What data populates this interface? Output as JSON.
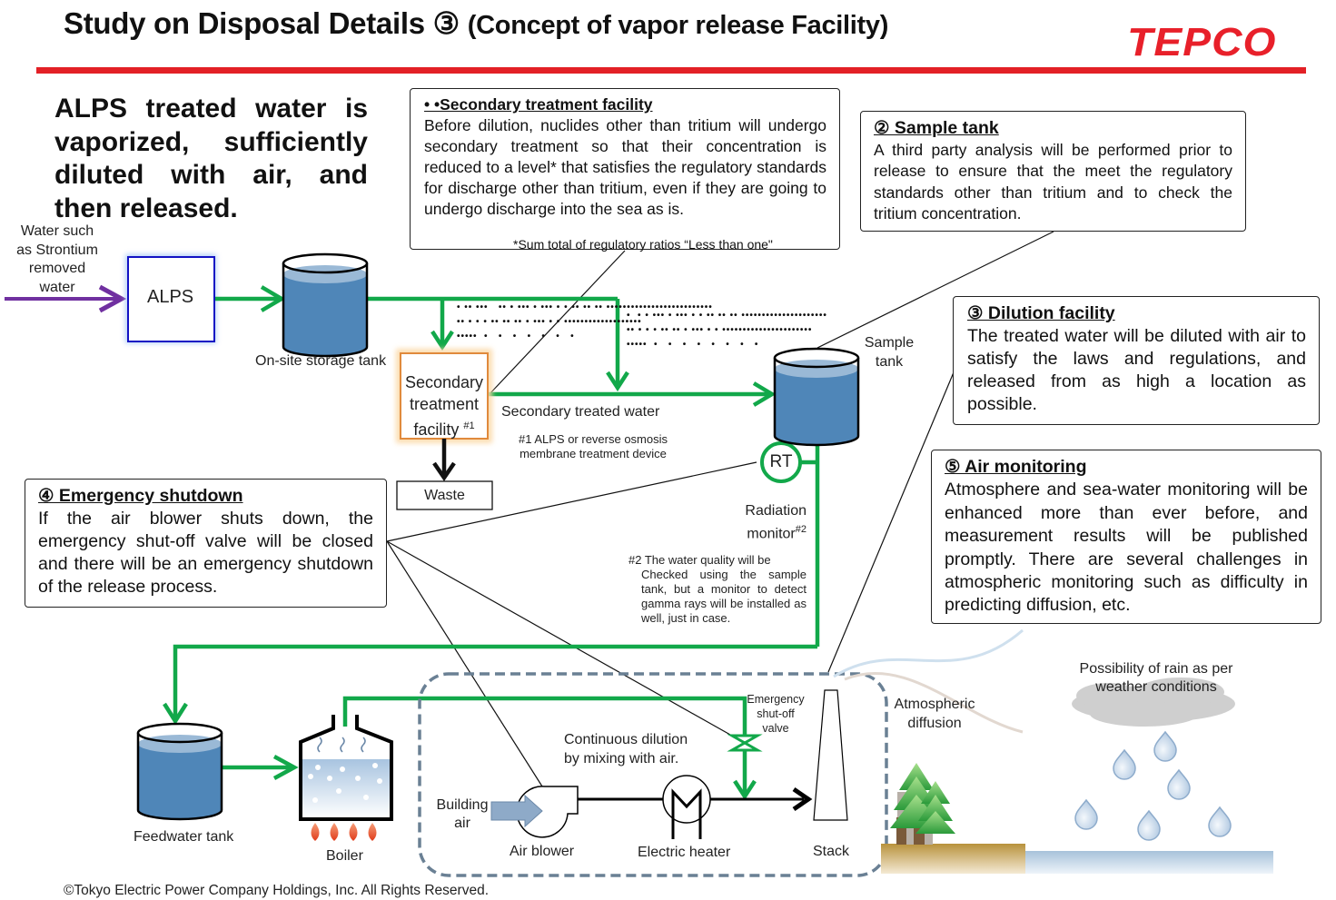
{
  "header": {
    "title": "Study on Disposal Details ③",
    "title_sub": "(Concept of vapor release Facility)",
    "logo": "TEPCO",
    "brand_color": "#e32026"
  },
  "headline": "ALPS treated water is vaporized, sufficiently diluted with air, and then released.",
  "boxes": {
    "secondary_treatment": {
      "heading": "•   •Secondary treatment  facility",
      "body": "Before dilution, nuclides other than tritium will undergo secondary treatment so that their concentration is reduced to a level* that satisfies the regulatory standards for discharge other than tritium, even if they are going to undergo discharge into the sea as is.",
      "note": "*Sum total of regulatory ratios “Less than one\""
    },
    "sample_tank": {
      "heading": "② Sample tank",
      "body": "A third party analysis will be performed prior to release to ensure that the meet the regulatory standards other than tritium and to check the tritium concentration."
    },
    "dilution_facility": {
      "heading": "③ Dilution facility",
      "body": "The treated water will be diluted with air to satisfy the laws and regulations, and released from as high a location as possible."
    },
    "air_monitoring": {
      "heading": "⑤ Air monitoring",
      "body": "Atmosphere and sea-water monitoring will be enhanced more than ever before, and measurement results will be published promptly. There are several challenges in atmospheric monitoring such as difficulty in predicting diffusion, etc."
    },
    "emergency_shutdown": {
      "heading": "④ Emergency shutdown",
      "body": "If the air blower shuts down, the emergency shut-off valve will be closed and there will be an emergency shutdown of the release process."
    }
  },
  "diagram": {
    "inflow_label": [
      "Water such",
      "as Strontium",
      "removed",
      "water"
    ],
    "alps_label": "ALPS",
    "storage_tank_label": "On-site storage tank",
    "secondary_facility_label": [
      "Secondary",
      "treatment",
      "facility"
    ],
    "secondary_facility_sup": "#1",
    "waste_label": "Waste",
    "secondary_water_label": "Secondary treated water",
    "footnote1": [
      "#1 ALPS or reverse osmosis",
      "membrane treatment device"
    ],
    "sample_tank_label": [
      "Sample",
      "tank"
    ],
    "rt_label": "RT",
    "radiation_monitor_label": [
      "Radiation",
      "monitor"
    ],
    "radiation_monitor_sup": "#2",
    "footnote2_first": "#2 The water quality will be",
    "footnote2_rest": "Checked using the sample tank, but a monitor to detect gamma rays will be installed as well, just in case.",
    "feedwater_tank_label": "Feedwater tank",
    "boiler_label": "Boiler",
    "emergency_valve_label": [
      "Emergency",
      "shut-off",
      "valve"
    ],
    "continuous_dilution_label": [
      "Continuous dilution",
      "by mixing with air."
    ],
    "building_air_label": [
      "Building",
      "air"
    ],
    "air_blower_label": "Air blower",
    "electric_heater_label": "Electric heater",
    "stack_label": "Stack",
    "atmospheric_diffusion_label": [
      "Atmospheric",
      "diffusion"
    ],
    "rain_label": [
      "Possibility of rain as per",
      "weather conditions"
    ],
    "colors": {
      "flow_green": "#12a84a",
      "inflow_purple": "#7030a0",
      "alps_blue": "#1010c8",
      "tank_water": "#4f86b8",
      "tank_water_top": "#9ab9d6",
      "facility_orange": "#e8944a",
      "dashed_boundary": "#6a8094",
      "ground": "#c29a48",
      "sea": "#a9c4dc"
    }
  },
  "footer": {
    "copyright": "©Tokyo Electric Power Company Holdings, Inc.  All Rights Reserved."
  }
}
